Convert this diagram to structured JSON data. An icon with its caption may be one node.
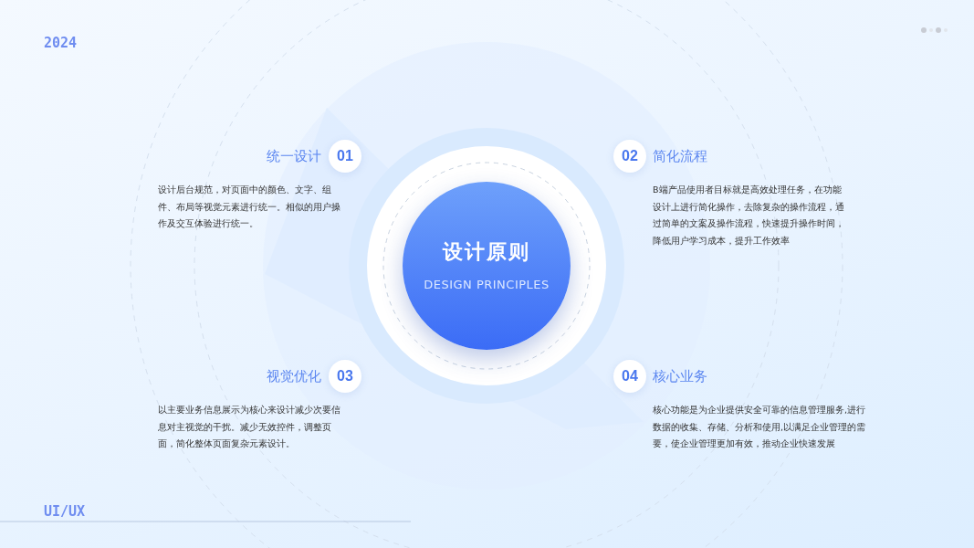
{
  "diagram": {
    "nodes": [
      {
        "text": [
          "01"
        ],
        "beside": [
          "统一设计",
          "设计后台规范，对页面中的颜色、文字、组件、布局等视觉元素进行统一。相似的用户操作及交互体验进行统一。"
        ]
      },
      {
        "text": [
          "02"
        ],
        "beside": [
          "简化流程",
          "B端产品使用者目标就是高效处理任务，在功能设计上进行简化操作，去除复杂的操作流程，通过简单的文案及操作流程，快速提升操作时间，降低用户学习成本，提升工作效率"
        ]
      },
      {
        "text": [
          "设计原则",
          "DESIGN PRINCIPLES"
        ]
      },
      {
        "text": [
          "03"
        ],
        "beside": [
          "视觉优化",
          "以主要业务信息展示为核心来设计减少次要信息对主视觉的干扰。减少无效控件，调整页面，简化整体页面复杂元素设计。"
        ]
      },
      {
        "text": [
          "04"
        ],
        "beside": [
          "核心业务",
          "核心功能是为企业提供安全可靠的信息管理服务,进行数据的收集、存储、分析和使用,以满足企业管理的需要，使企业管理更加有效，推动企业快速发展"
        ]
      }
    ],
    "labels": [
      "2024",
      "UI/UX"
    ]
  }
}
